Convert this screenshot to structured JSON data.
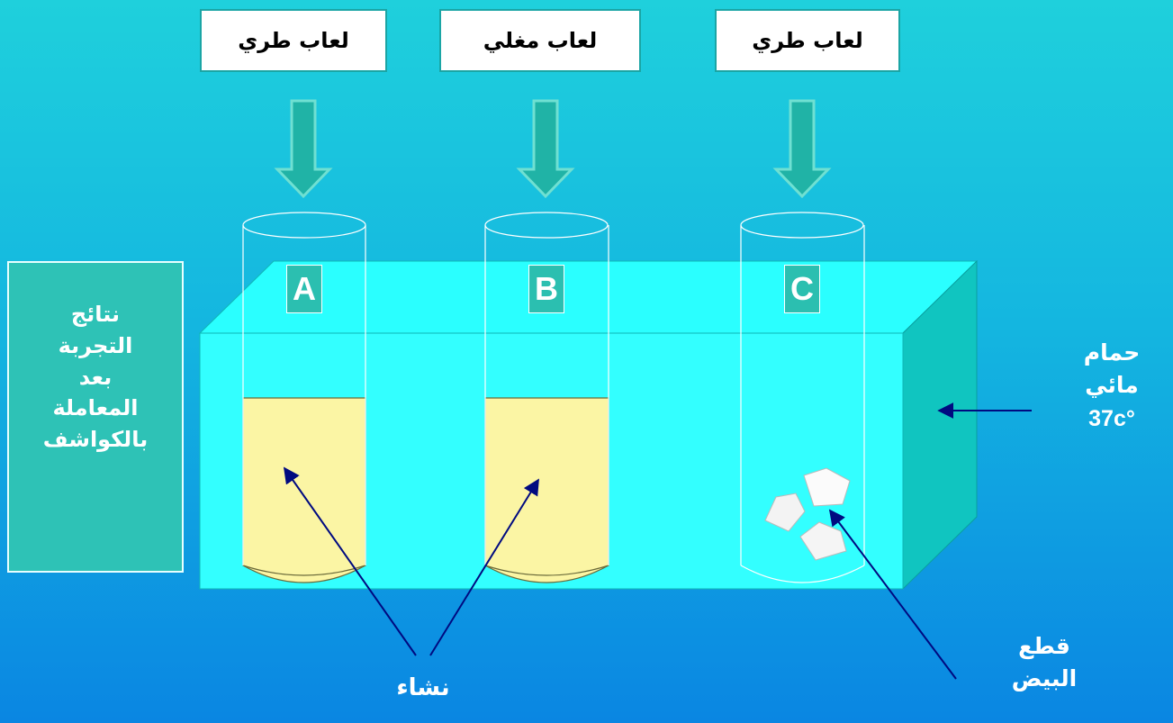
{
  "top_labels": [
    {
      "id": "left",
      "text": "لعاب طري"
    },
    {
      "id": "middle",
      "text": "لعاب مغلي"
    },
    {
      "id": "right",
      "text": "لعاب طري"
    }
  ],
  "tube_letters": [
    "A",
    "B",
    "C"
  ],
  "results_box_lines": [
    "نتائج",
    "التجربة",
    "بعد",
    "المعاملة",
    "بالكواشف"
  ],
  "water_bath_lines": [
    "حمام",
    "مائي",
    "37c°"
  ],
  "starch_label": "نشاء",
  "egg_label_lines": [
    "قطع",
    "البيض"
  ],
  "colors": {
    "tank_front": "#33ffff",
    "tank_top": "#2affff",
    "tank_side": "#10c5c0",
    "liquid": "#fbf5a4",
    "arrow_fill": "#20b3a6",
    "arrow_stroke": "#6fe0d2",
    "pointer": "#000a80",
    "results_box": "#2ec2b6"
  }
}
